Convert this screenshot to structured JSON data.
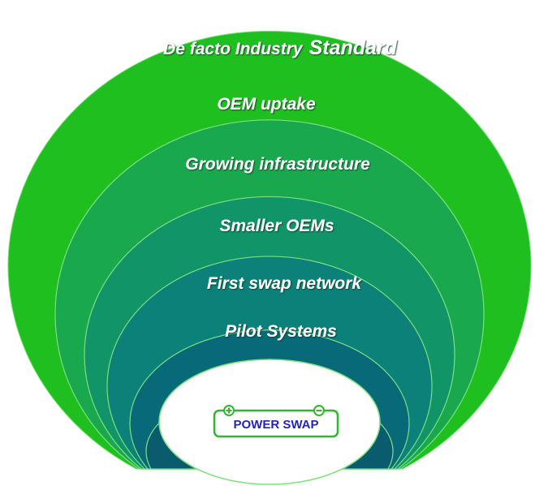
{
  "layers": [
    {
      "label_prefix": "De facto Industry",
      "label_emphasis": "Standard",
      "color": "#1fbf1f"
    },
    {
      "label": "OEM uptake",
      "color": "#1aa84f"
    },
    {
      "label": "Growing infrastructure",
      "color": "#119468"
    },
    {
      "label": "Smaller OEMs",
      "color": "#0b8179"
    },
    {
      "label": "First swap network",
      "color": "#086a78"
    },
    {
      "label": "Pilot Systems",
      "color": "#0a5b6e"
    }
  ],
  "core": {
    "label": "POWER SWAP",
    "fill": "#ffffff",
    "badge_border_color": "#2db82d",
    "badge_text_color": "#2323b8",
    "plus_icon": "plus-terminal-icon",
    "minus_icon": "minus-terminal-icon"
  },
  "colors": {
    "ring_stroke": "#7ee07e",
    "label_text": "#ffffff",
    "label_shadow": "#0a3d2a"
  }
}
